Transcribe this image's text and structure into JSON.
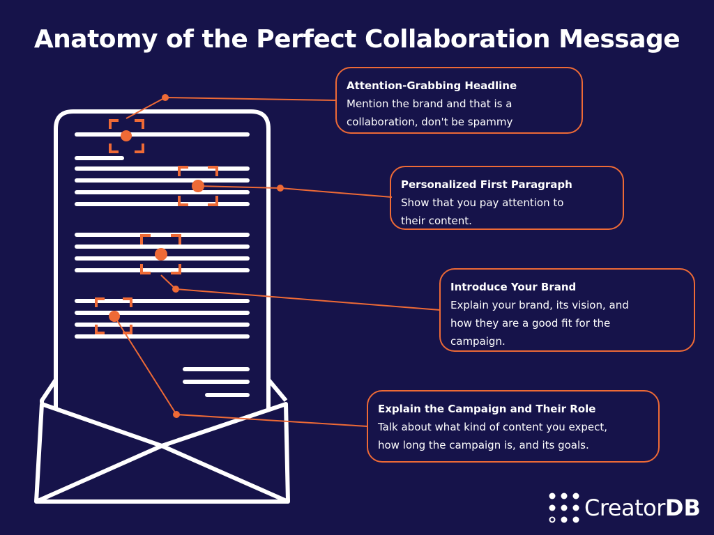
{
  "title": "Anatomy of the Perfect Collaboration Message",
  "colors": {
    "background": "#16134a",
    "accent": "#ee6a36",
    "line": "#ffffff"
  },
  "callouts": [
    {
      "title": "Attention-Grabbing Headline",
      "body": "Mention the brand and that is a\ncollaboration, don't be spammy"
    },
    {
      "title": "Personalized First Paragraph",
      "body": "Show that you pay attention to\ntheir content."
    },
    {
      "title": "Introduce Your Brand",
      "body": "Explain your brand, its vision, and\nhow they are a good fit for the\ncampaign."
    },
    {
      "title": "Explain the Campaign and Their Role",
      "body": "Talk about what kind of content you expect,\nhow long the campaign is, and its goals."
    }
  ],
  "logo": {
    "text_light": "Creator",
    "text_bold": "DB"
  }
}
